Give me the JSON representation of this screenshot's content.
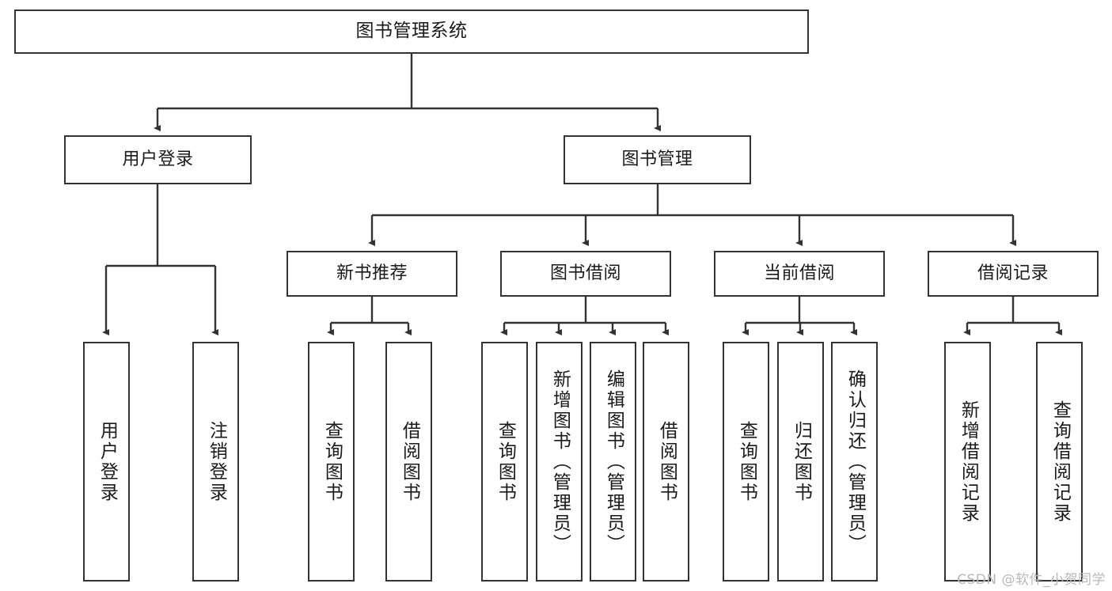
{
  "diagram": {
    "title_node": {
      "label": "图书管理系统"
    },
    "level1": [
      {
        "label": "用户登录"
      },
      {
        "label": "图书管理"
      }
    ],
    "level2": [
      {
        "label": "新书推荐"
      },
      {
        "label": "图书借阅"
      },
      {
        "label": "当前借阅"
      },
      {
        "label": "借阅记录"
      }
    ],
    "leaves": {
      "user_login": [
        {
          "label": "用户登录"
        },
        {
          "label": "注销登录"
        }
      ],
      "new_book_recommend": [
        {
          "label": "查询图书"
        },
        {
          "label": "借阅图书"
        }
      ],
      "book_borrow": [
        {
          "label": "查询图书"
        },
        {
          "label": "新增图书（管理员）"
        },
        {
          "label": "编辑图书（管理员）"
        },
        {
          "label": "借阅图书"
        }
      ],
      "current_borrow": [
        {
          "label": "查询图书"
        },
        {
          "label": "归还图书"
        },
        {
          "label": "确认归还（管理员）"
        }
      ],
      "borrow_record": [
        {
          "label": "新增借阅记录"
        },
        {
          "label": "查询借阅记录"
        }
      ]
    }
  },
  "watermark": {
    "text": "CSDN @软件_小贺同学"
  },
  "colors": {
    "stroke": "#333333",
    "background": "#ffffff",
    "text": "#1a1a1a",
    "watermark": "#b9b9b9"
  }
}
